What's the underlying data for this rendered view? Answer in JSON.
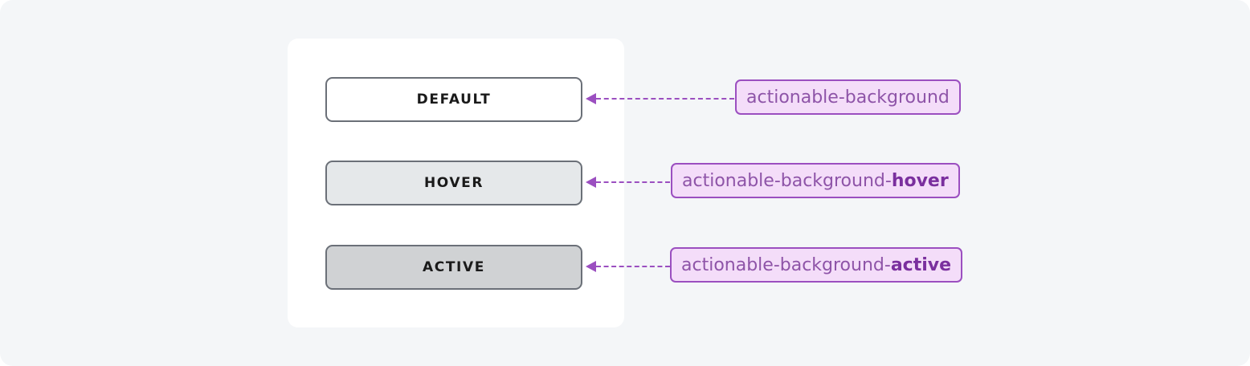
{
  "theme": {
    "page_background": "#f4f6f8",
    "card_background": "#ffffff",
    "button_border": "#6b7078",
    "button_text": "#1a1a1a",
    "token_border": "#9b4fc0",
    "token_background": "#f4ddf9",
    "token_text": "#8e54a8",
    "token_text_bold": "#7a2f9e",
    "connector": "#9b4fc0"
  },
  "rows": [
    {
      "state_label": "DEFAULT",
      "button_fill": "#ffffff",
      "token_prefix": "actionable-background",
      "token_suffix": "",
      "connector_icon": "arrow-left-dashed-icon"
    },
    {
      "state_label": "HOVER",
      "button_fill": "#e5e8ea",
      "token_prefix": "actionable-background-",
      "token_suffix": "hover",
      "connector_icon": "arrow-left-dashed-icon"
    },
    {
      "state_label": "ACTIVE",
      "button_fill": "#d0d2d4",
      "token_prefix": "actionable-background-",
      "token_suffix": "active",
      "connector_icon": "arrow-left-dashed-icon"
    }
  ]
}
